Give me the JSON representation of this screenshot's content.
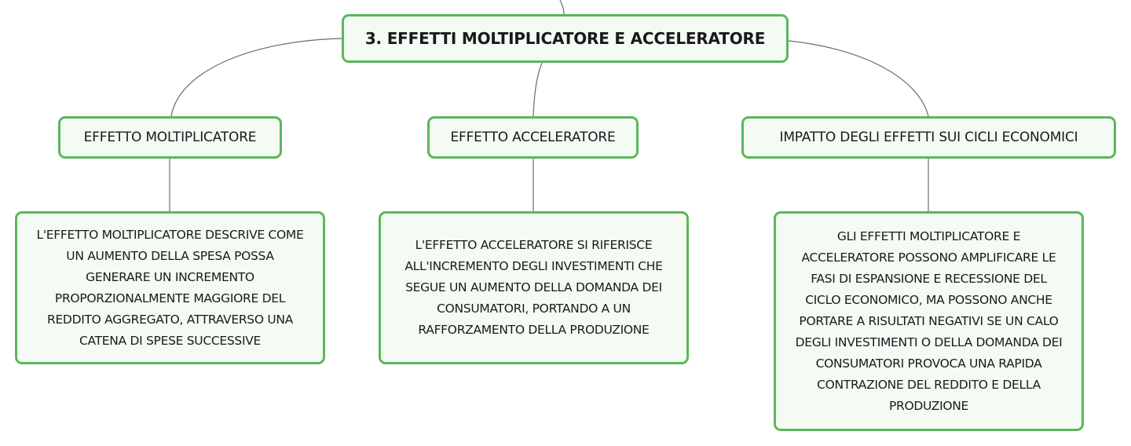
{
  "mindmap": {
    "root": {
      "label": "3. EFFETTI MOLTIPLICATORE E ACCELERATORE"
    },
    "branches": [
      {
        "label": "EFFETTO MOLTIPLICATORE",
        "detail": "L'EFFETTO MOLTIPLICATORE DESCRIVE COME\nUN AUMENTO DELLA SPESA POSSA\nGENERARE UN INCREMENTO\nPROPORZIONALMENTE MAGGIORE DEL\nREDDITO AGGREGATO, ATTRAVERSO UNA\nCATENA DI SPESE SUCCESSIVE"
      },
      {
        "label": "EFFETTO ACCELERATORE",
        "detail": "L'EFFETTO ACCELERATORE SI RIFERISCE\nALL'INCREMENTO DEGLI INVESTIMENTI CHE\nSEGUE UN AUMENTO DELLA DOMANDA DEI\nCONSUMATORI, PORTANDO A UN\nRAFFORZAMENTO DELLA PRODUZIONE"
      },
      {
        "label": "IMPATTO DEGLI EFFETTI SUI CICLI ECONOMICI",
        "detail": "GLI EFFETTI MOLTIPLICATORE E\nACCELERATORE POSSONO AMPLIFICARE LE\nFASI DI ESPANSIONE E RECESSIONE DEL\nCICLO ECONOMICO, MA POSSONO ANCHE\nPORTARE A RISULTATI NEGATIVI SE UN CALO\nDEGLI INVESTIMENTI O DELLA DOMANDA DEI\nCONSUMATORI PROVOCA UNA RAPIDA\nCONTRAZIONE DEL REDDITO E DELLA\nPRODUZIONE"
      }
    ]
  },
  "colors": {
    "node_border": "#5cb65c",
    "node_fill": "#f4faf4",
    "connector": "#6b6b6b",
    "text": "#1a1a1a"
  }
}
